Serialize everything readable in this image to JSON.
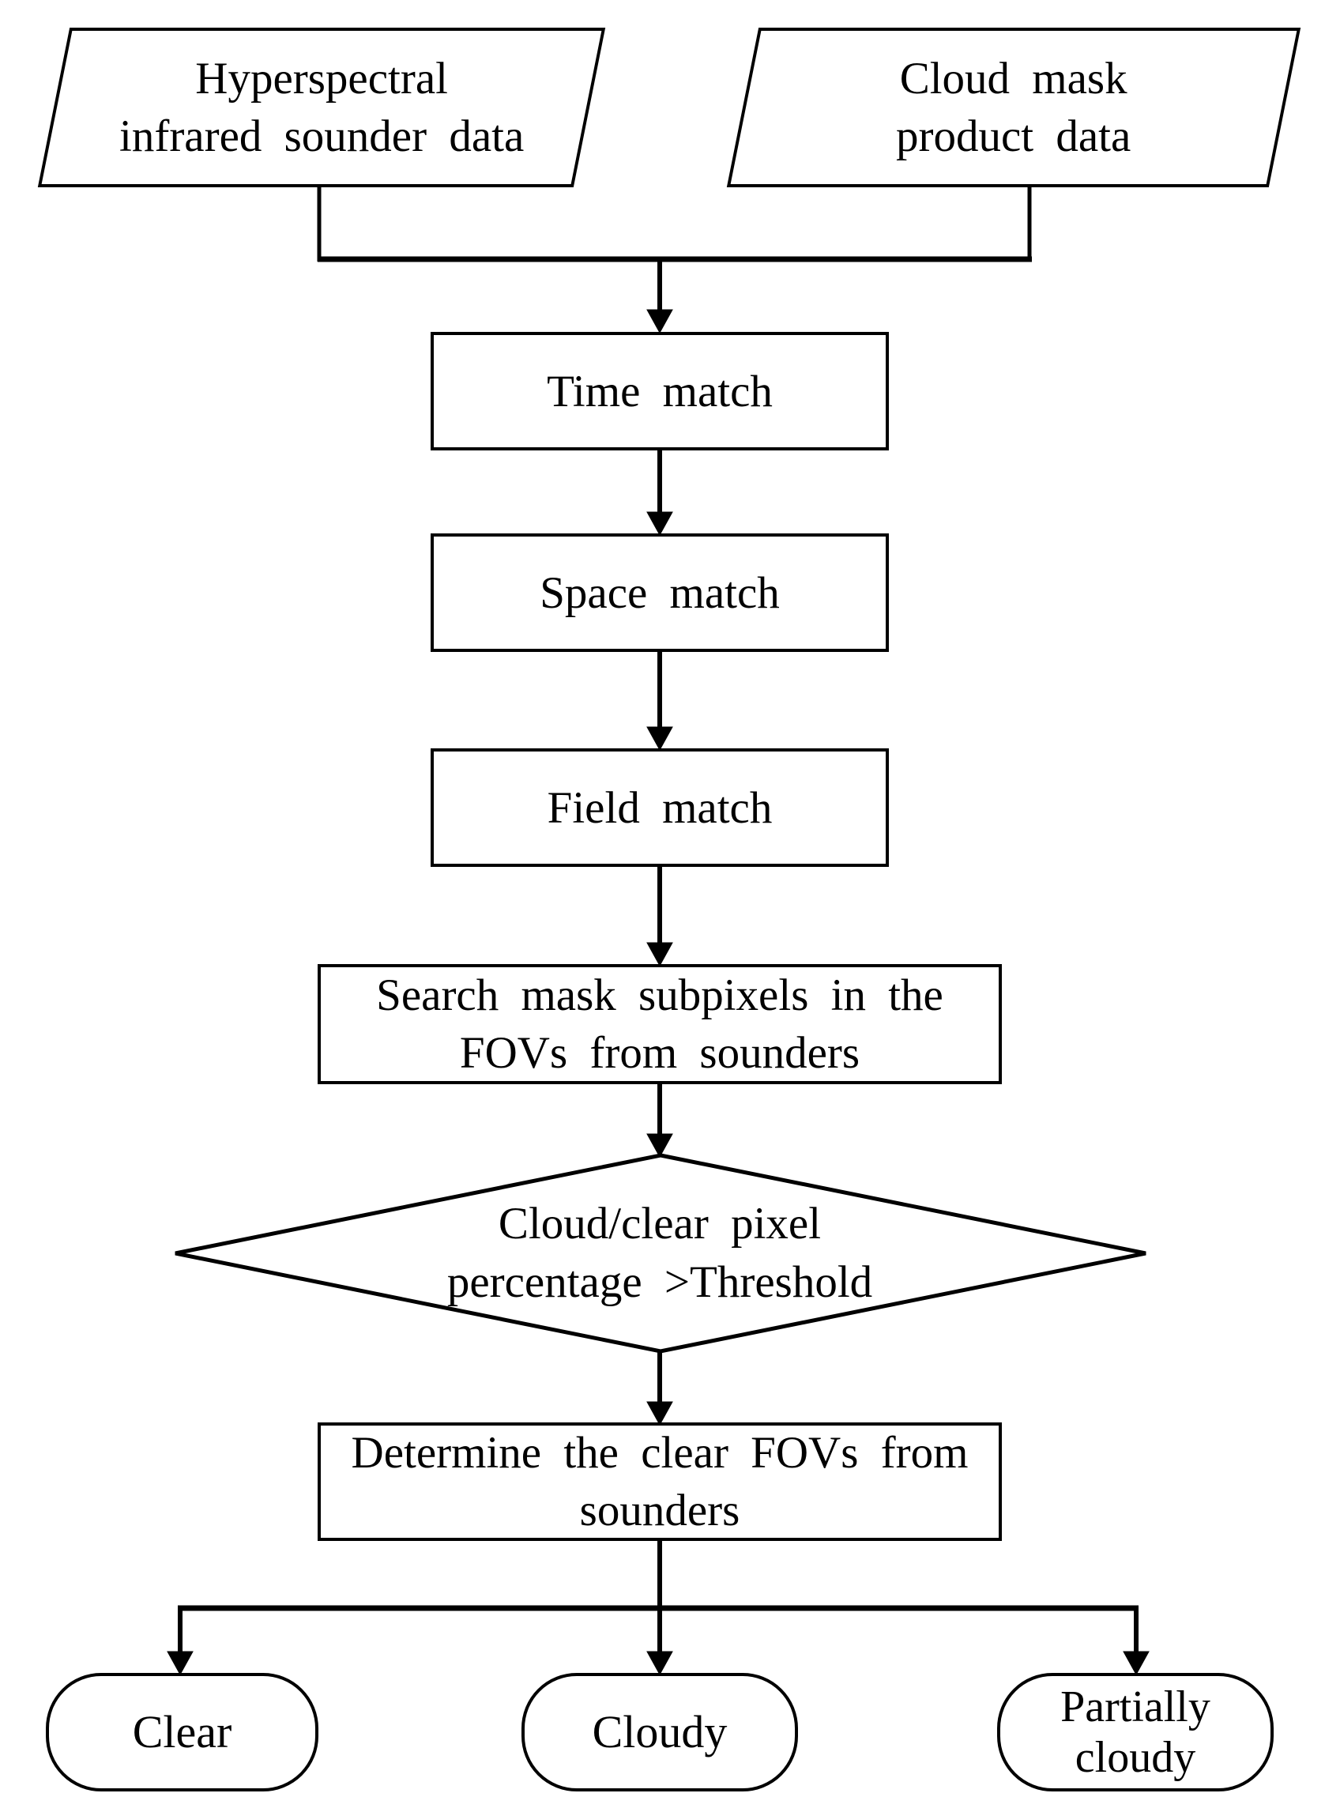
{
  "figure": {
    "background_color": "#ffffff",
    "stroke_color": "#000000",
    "nodes": {
      "input_left": {
        "shape": "parallelogram",
        "line1": "Hyperspectral",
        "line2": "infrared sounder data"
      },
      "input_right": {
        "shape": "parallelogram",
        "line1": "Cloud mask",
        "line2": "product data"
      },
      "time_match": {
        "shape": "rectangle",
        "label": "Time match"
      },
      "space_match": {
        "shape": "rectangle",
        "label": "Space match"
      },
      "field_match": {
        "shape": "rectangle",
        "label": "Field match"
      },
      "search": {
        "shape": "rectangle",
        "line1": "Search mask subpixels in the",
        "line2": "FOVs from sounders"
      },
      "decision": {
        "shape": "diamond",
        "line1": "Cloud/clear pixel",
        "line2": "percentage >Threshold"
      },
      "determine": {
        "shape": "rectangle",
        "line1": "Determine the clear FOVs from",
        "line2": "sounders"
      },
      "terminal_clear": {
        "shape": "rounded",
        "label": "Clear"
      },
      "terminal_cloudy": {
        "shape": "rounded",
        "label": "Cloudy"
      },
      "terminal_partially": {
        "shape": "rounded",
        "line1": "Partially",
        "line2": "cloudy"
      }
    }
  }
}
